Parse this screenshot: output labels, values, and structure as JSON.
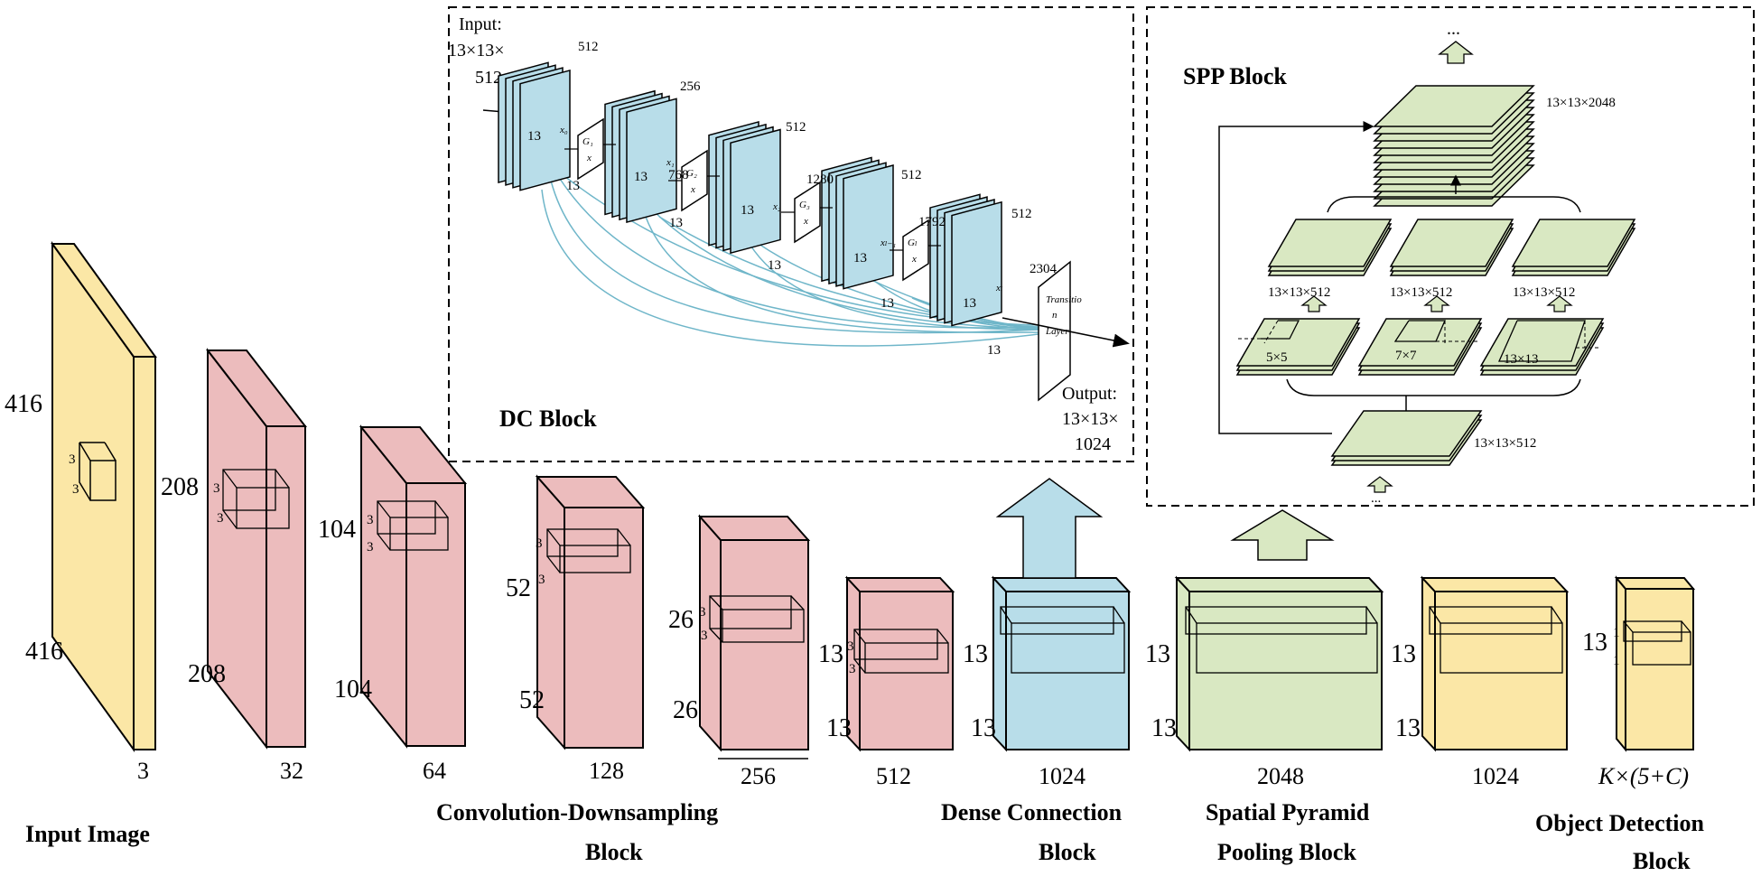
{
  "colors": {
    "yellow": "#fbe7a6",
    "pink": "#ecbcbd",
    "blue": "#b8dde9",
    "green": "#d9e8c2",
    "curve": "#6fb6c9",
    "stroke": "#000000"
  },
  "bottom_captions": {
    "input_image": "Input Image",
    "conv_block": [
      "Convolution-Downsampling",
      "Block"
    ],
    "dense_block": [
      "Dense Connection",
      "Block"
    ],
    "spp_block": [
      "Spatial Pyramid",
      "Pooling Block"
    ],
    "detect_block": [
      "Object Detection",
      "Block"
    ]
  },
  "stages": {
    "input": {
      "h": "416",
      "w": "416",
      "c": "3",
      "k1": "3",
      "k2": "3"
    },
    "s208": {
      "h": "208",
      "w": "208",
      "c": "32",
      "k1": "3",
      "k2": "3"
    },
    "s104": {
      "h": "104",
      "w": "104",
      "c": "64",
      "k1": "3",
      "k2": "3"
    },
    "s52": {
      "h": "52",
      "w": "52",
      "c": "128",
      "k1": "3",
      "k2": "3"
    },
    "s26": {
      "h": "26",
      "w": "26",
      "c": "256",
      "k1": "3",
      "k2": "3"
    },
    "s13a": {
      "h": "13",
      "w": "13",
      "c": "512",
      "k1": "3",
      "k2": "3"
    },
    "s13b": {
      "h": "13",
      "w": "13",
      "c": "1024"
    },
    "s13c": {
      "h": "13",
      "w": "13",
      "c": "2048"
    },
    "s13d": {
      "h": "13",
      "w": "13",
      "c": "1024"
    },
    "s13e": {
      "h": "13",
      "c": "K×(5+C)",
      "k1": "1",
      "k2": "1"
    }
  },
  "dc_block": {
    "title": "DC Block",
    "input_label": [
      "Input:",
      "13×13×",
      "512"
    ],
    "output_label": [
      "Output:",
      "13×13×",
      "1024"
    ],
    "channels": [
      "512",
      "256",
      "768",
      "512",
      "1280",
      "512",
      "1792",
      "512",
      "2304"
    ],
    "thirteen": "13",
    "x_labels": [
      "x₀",
      "x₁",
      "x₂",
      "xₗ₋₁",
      "xₗ"
    ],
    "g_labels": [
      "G₁",
      "G₂",
      "G₃",
      "Gₗ"
    ],
    "x_small": "x",
    "transition_label": [
      "Transitio",
      "n",
      "Layer"
    ]
  },
  "spp_block": {
    "title": "SPP Block",
    "top_label": "13×13×2048",
    "mid_labels": [
      "13×13×512",
      "13×13×512",
      "13×13×512"
    ],
    "pool_labels": [
      "5×5",
      "7×7",
      "13×13"
    ],
    "bottom_label": "13×13×512",
    "ellipsis": "..."
  }
}
